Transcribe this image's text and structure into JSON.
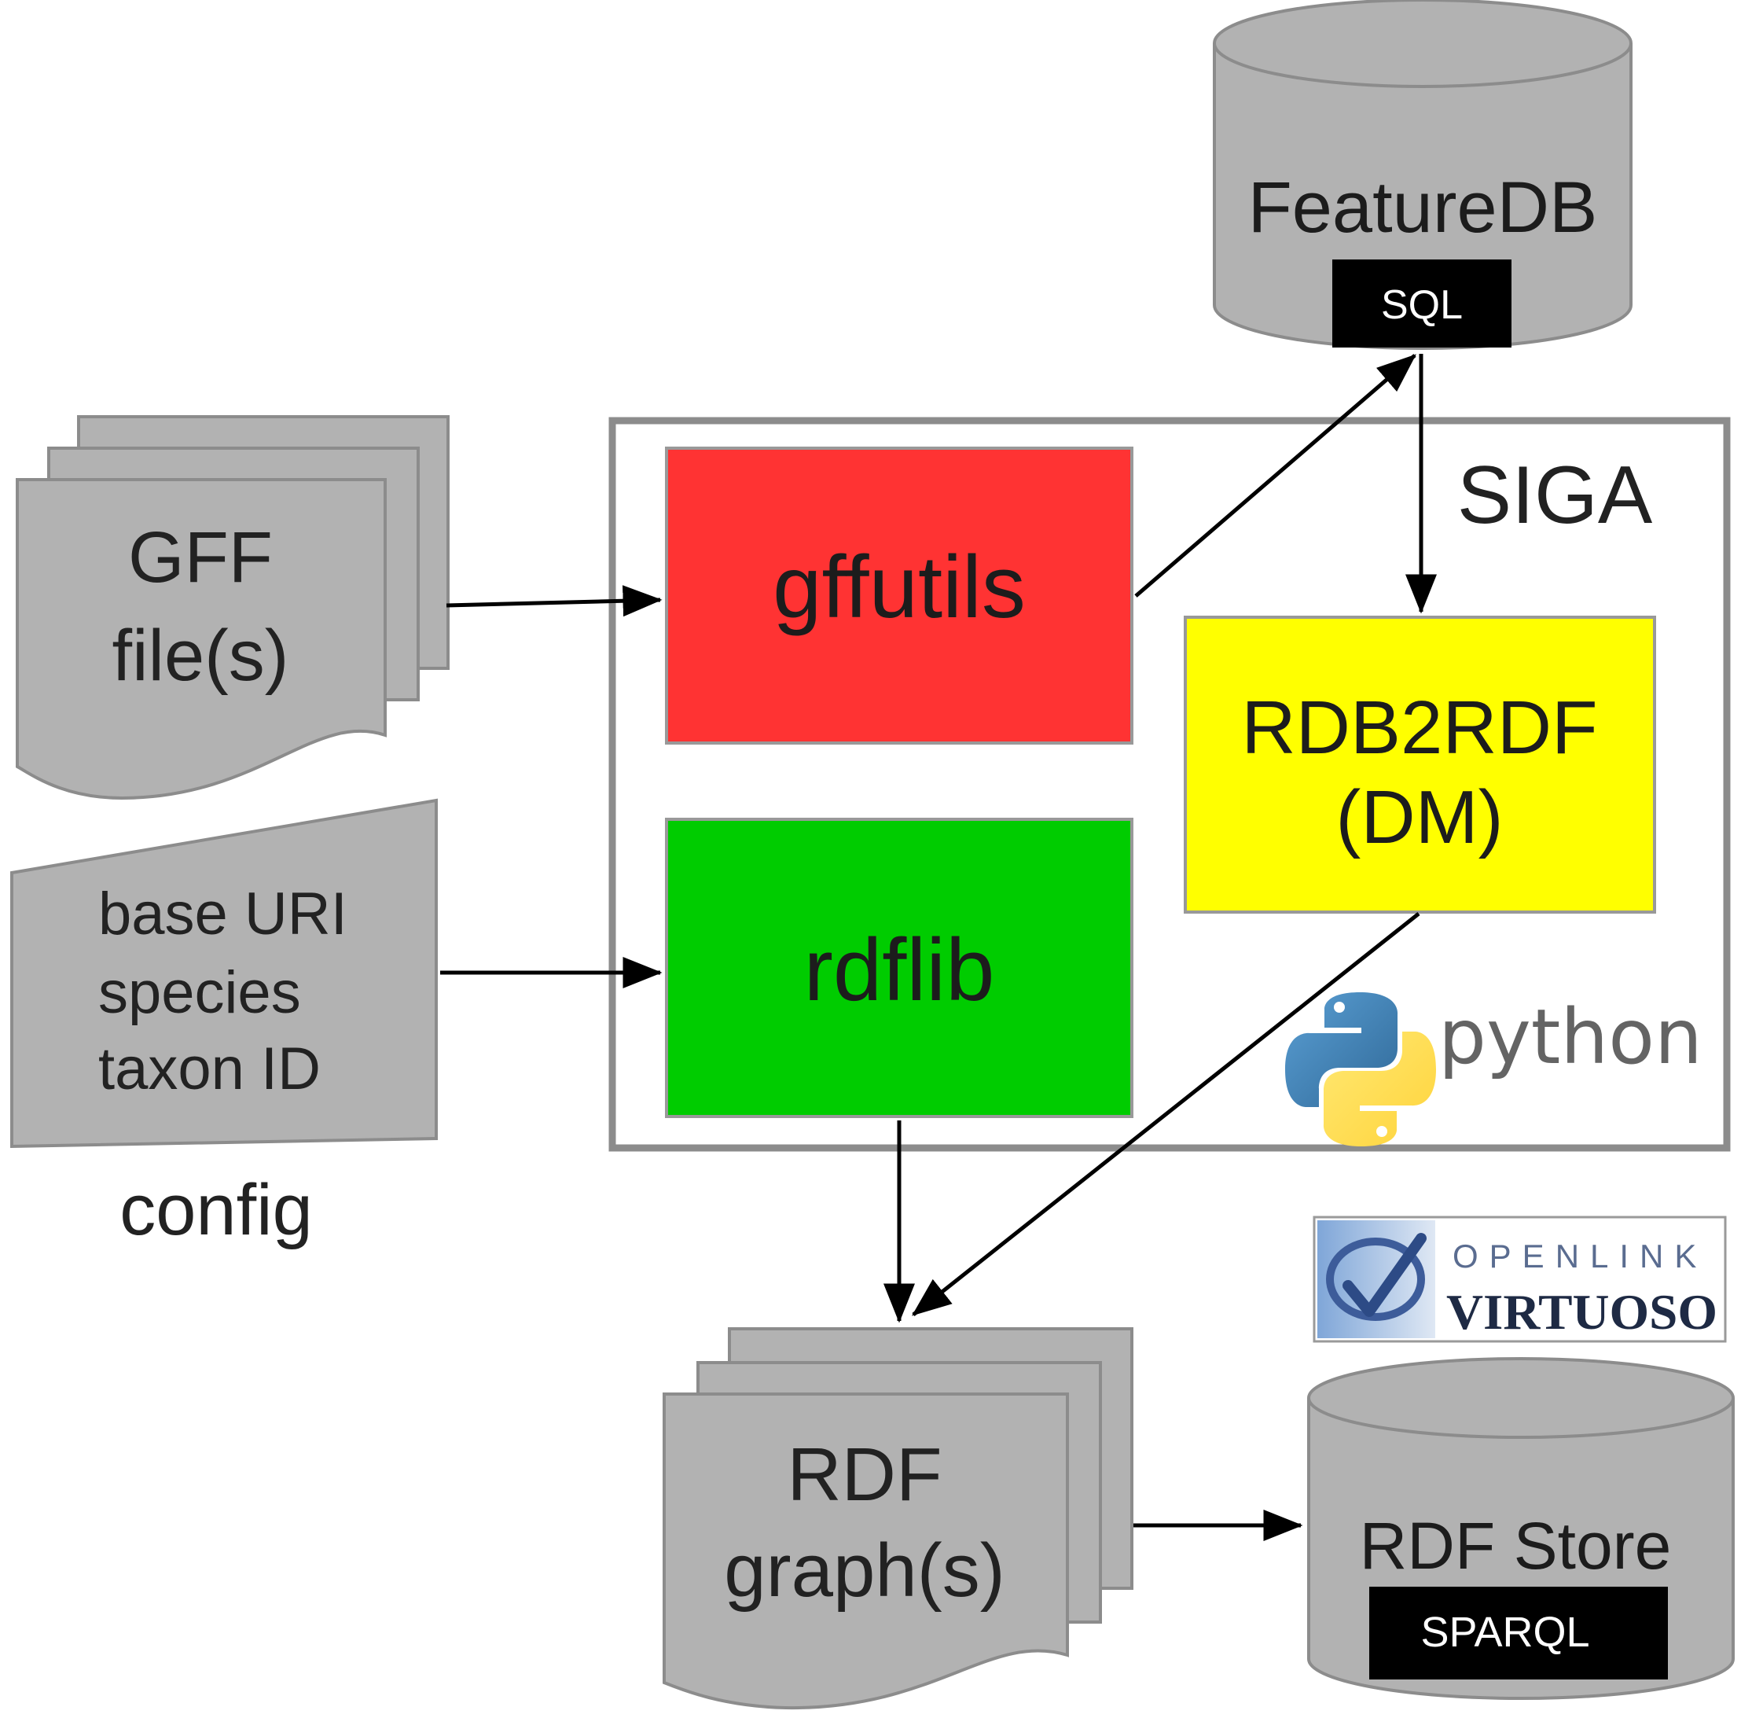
{
  "inputs": {
    "gff": {
      "line1": "GFF",
      "line2": "file(s)"
    },
    "config": {
      "line1": "base URI",
      "line2": "species",
      "line3": "taxon ID",
      "caption": "config"
    }
  },
  "siga": {
    "label": "SIGA",
    "gffutils": "gffutils",
    "rdflib": "rdflib",
    "rdb2rdf": {
      "line1": "RDB2RDF",
      "line2": "(DM)"
    },
    "python_logo_text": "python"
  },
  "featuredb": {
    "label": "FeatureDB",
    "tag": "SQL"
  },
  "output": {
    "line1": "RDF",
    "line2": "graph(s)"
  },
  "rdfstore": {
    "label": "RDF Store",
    "tag": "SPARQL"
  },
  "virtuoso_logo": {
    "line1": "OPENLINK",
    "line2": "VIRTUOSO"
  },
  "colors": {
    "gffutils": "#ff3333",
    "rdflib": "#00cc00",
    "rdb2rdf": "#ffff00",
    "shape_gray": "#b2b2b2",
    "tag_black": "#000000"
  }
}
